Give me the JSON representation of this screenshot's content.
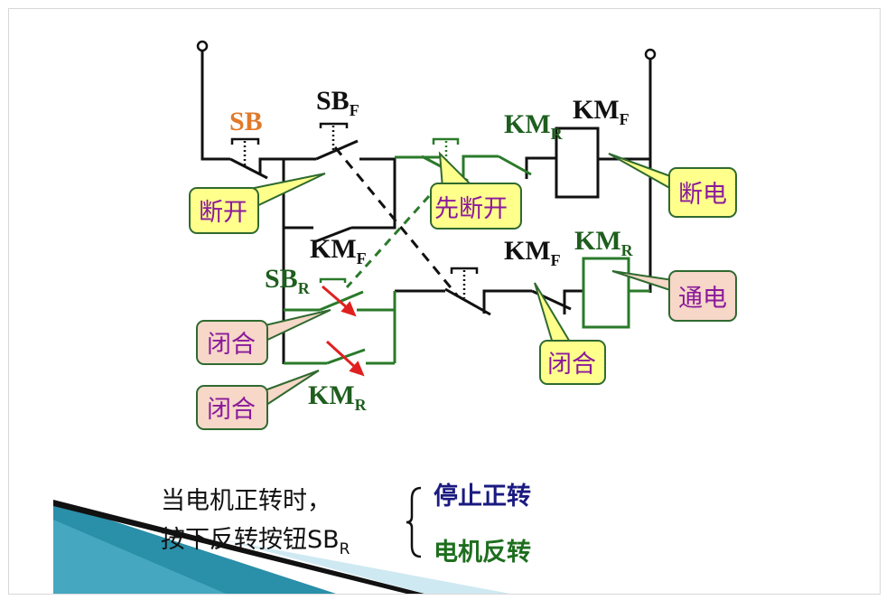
{
  "colors": {
    "wire_black": "#111111",
    "wire_green": "#2a7a2a",
    "label_green": "#1e5e1e",
    "label_orange": "#e07a2a",
    "callout_text": "#8a1a9a",
    "callout_yellow": "#ffff8c",
    "callout_pink": "#f6d7c8",
    "callout_border": "#2f6a2f",
    "arrow_red": "#e02020",
    "text_navy": "#1a1a80",
    "text_green": "#1e6e1e"
  },
  "labels": {
    "sb": "SB",
    "sbf": {
      "base": "SB",
      "sub": "F"
    },
    "kmf_top": {
      "base": "KM",
      "sub": "F"
    },
    "kmr_top": {
      "base": "KM",
      "sub": "R"
    },
    "kmf_mid": {
      "base": "KM",
      "sub": "F"
    },
    "sbr": {
      "base": "SB",
      "sub": "R"
    },
    "kmf_right": {
      "base": "KM",
      "sub": "F"
    },
    "kmr_coil": {
      "base": "KM",
      "sub": "R"
    },
    "kmr_bottom": {
      "base": "KM",
      "sub": "R"
    }
  },
  "callouts": {
    "open": "断开",
    "open_first": "先断开",
    "power_off": "断电",
    "power_on": "通电",
    "close_1": "闭合",
    "close_2": "闭合",
    "close_3": "闭合"
  },
  "caption": {
    "line1": "当电机正转时，",
    "line2_base": "按下反转按钮SB",
    "line2_sub": "R",
    "result1": "停止正转",
    "result2": "电机反转"
  }
}
